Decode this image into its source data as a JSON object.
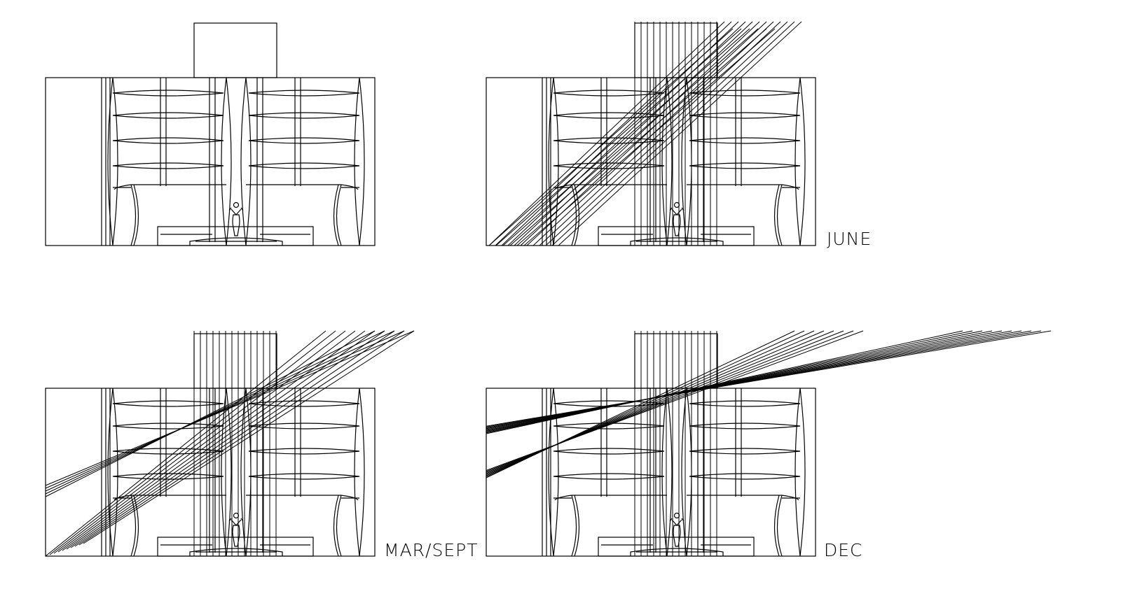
{
  "colors": {
    "line": "#000000",
    "background": "#ffffff"
  },
  "panels": [
    {
      "id": "section-base",
      "label": "",
      "tower_rays": false,
      "sun_rays": "none"
    },
    {
      "id": "june",
      "label": "JUNE",
      "tower_rays": true,
      "sun_rays": "steep"
    },
    {
      "id": "mar-sept",
      "label": "MAR/SEPT",
      "tower_rays": true,
      "sun_rays": "medium"
    },
    {
      "id": "dec",
      "label": "DEC",
      "tower_rays": true,
      "sun_rays": "low"
    }
  ]
}
